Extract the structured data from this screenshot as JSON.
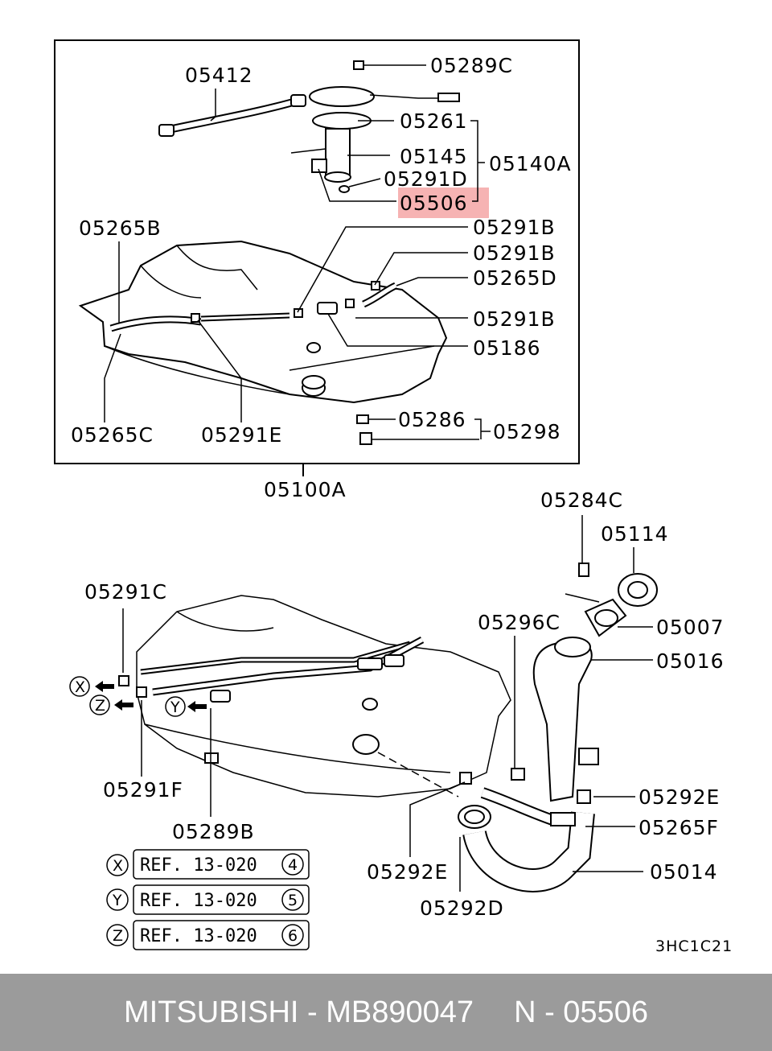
{
  "colors": {
    "highlight": "#f4a6a6",
    "footer_bg": "#9b9b9b",
    "footer_text": "#ffffff"
  },
  "labels": {
    "p05412": "05412",
    "p05289C": "05289C",
    "p05261": "05261",
    "p05145": "05145",
    "p05140A": "05140A",
    "p05291D": "05291D",
    "p05506": "05506",
    "p05265B": "05265B",
    "p05291B_1": "05291B",
    "p05291B_2": "05291B",
    "p05265D": "05265D",
    "p05291B_3": "05291B",
    "p05186": "05186",
    "p05286": "05286",
    "p05298": "05298",
    "p05265C": "05265C",
    "p05291E": "05291E",
    "p05100A": "05100A",
    "p05284C": "05284C",
    "p05114": "05114",
    "p05291C": "05291C",
    "p05296C": "05296C",
    "p05007": "05007",
    "p05016": "05016",
    "p05291F": "05291F",
    "p05292E_1": "05292E",
    "p05265F": "05265F",
    "p05289B": "05289B",
    "p05014": "05014",
    "p05292E_2": "05292E",
    "p05292D": "05292D"
  },
  "flow_markers": {
    "x": "X",
    "y": "Y",
    "z": "Z"
  },
  "references": [
    {
      "letter": "X",
      "text": "REF. 13-020",
      "num": "4"
    },
    {
      "letter": "Y",
      "text": "REF. 13-020",
      "num": "5"
    },
    {
      "letter": "Z",
      "text": "REF. 13-020",
      "num": "6"
    }
  ],
  "drawing_code": "3HC1C21",
  "footer": {
    "brand": "MITSUBISHI",
    "part_number": "MB890047",
    "ref_label": "N - 05506",
    "sep": " - "
  }
}
